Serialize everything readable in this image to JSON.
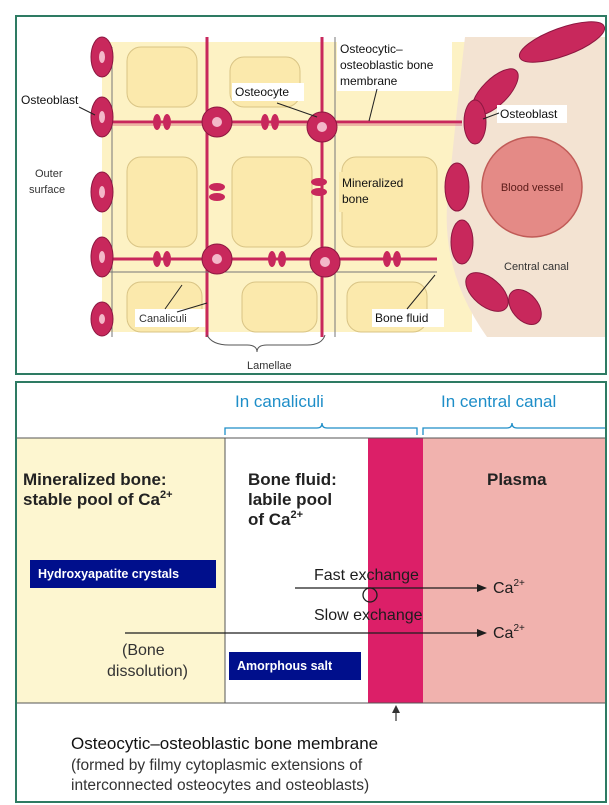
{
  "top_diagram": {
    "labels": {
      "osteoblast_left": "Osteoblast",
      "osteocyte": "Osteocyte",
      "membrane": [
        "Osteocytic–",
        "osteoblastic bone",
        "membrane"
      ],
      "osteoblast_right": "Osteoblast",
      "outer_surface": [
        "Outer",
        "surface"
      ],
      "mineralized_bone": [
        "Mineralized",
        "bone"
      ],
      "blood_vessel": "Blood vessel",
      "central_canal": "Central canal",
      "canaliculi": "Canaliculi",
      "bone_fluid": "Bone fluid",
      "lamellae": "Lamellae"
    }
  },
  "bottom_diagram": {
    "headers": {
      "in_canaliculi": "In canaliculi",
      "in_central_canal": "In central canal"
    },
    "mineralized_title": [
      "Mineralized bone:",
      "stable pool of Ca"
    ],
    "mineralized_sup": "2+",
    "bone_fluid_title": [
      "Bone fluid:",
      "labile pool",
      "of Ca"
    ],
    "bone_fluid_sup": "2+",
    "plasma": "Plasma",
    "hydroxyapatite": "Hydroxyapatite crystals",
    "amorphous": "Amorphous salt",
    "fast_exchange": "Fast exchange",
    "slow_exchange": "Slow exchange",
    "ca": "Ca",
    "ca_sup": "2+",
    "bone_dissolution": [
      "(Bone",
      "dissolution)"
    ],
    "caption_title": "Osteocytic–osteoblastic bone membrane",
    "caption_lines": [
      "(formed by filmy cytoplasmic extensions of",
      "interconnected osteocytes and osteoblasts)"
    ]
  },
  "colors": {
    "frame": "#2e7b63",
    "bone_fill": "#fdf2c4",
    "cell_magenta": "#c8285c",
    "plasma_pink": "#f1b2ae",
    "membrane_band": "#dc1f68",
    "label_box": "#000f8c",
    "header_blue": "#1e8ec8"
  }
}
